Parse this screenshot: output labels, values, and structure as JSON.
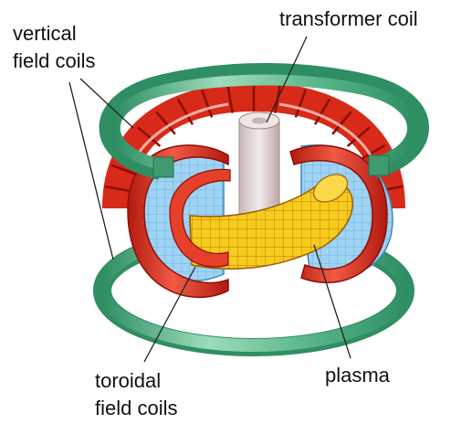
{
  "labels": {
    "vertical_field_coils": [
      "vertical",
      "field coils"
    ],
    "transformer_coil": "transformer coil",
    "toroidal_field_coils": [
      "toroidal",
      "field coils"
    ],
    "plasma": "plasma"
  },
  "colors": {
    "toroidal_coil": "#e8321e",
    "toroidal_coil_dark": "#a3140c",
    "vertical_coil": "#3fa57a",
    "vertical_coil_light": "#8fd6b0",
    "plasma": "#f2c81a",
    "vacuum_vessel": "#8ec9ef",
    "transformer_core": "#e4d6d6"
  }
}
